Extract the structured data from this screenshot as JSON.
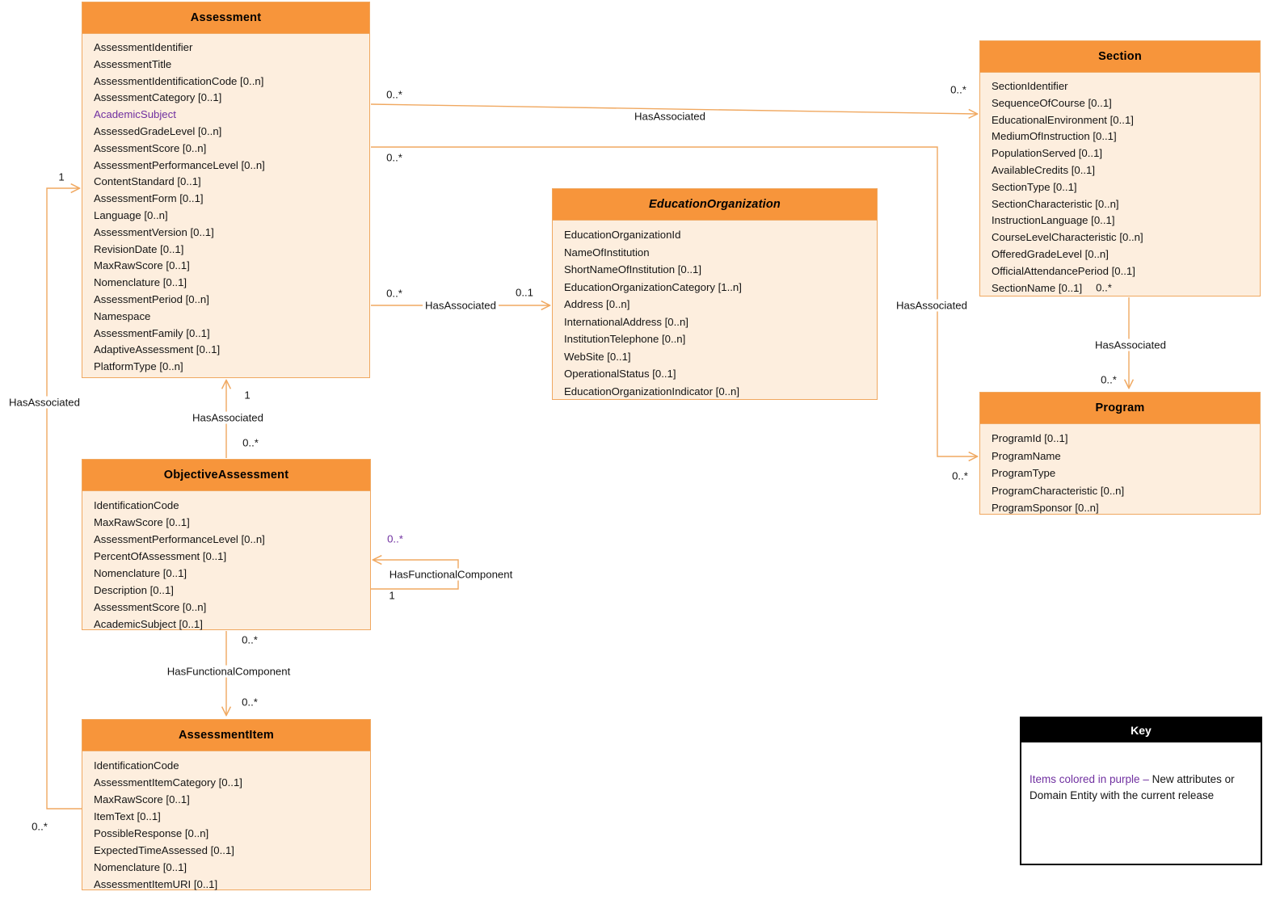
{
  "entities": {
    "assessment": {
      "title": "Assessment",
      "attributes": [
        "AssessmentIdentifier",
        "AssessmentTitle",
        "AssessmentIdentificationCode [0..n]",
        "AssessmentCategory [0..1]",
        "AcademicSubject",
        "AssessedGradeLevel [0..n]",
        "AssessmentScore [0..n]",
        "AssessmentPerformanceLevel [0..n]",
        "ContentStandard [0..1]",
        "AssessmentForm [0..1]",
        "Language [0..n]",
        "AssessmentVersion [0..1]",
        "RevisionDate [0..1]",
        "MaxRawScore [0..1]",
        "Nomenclature [0..1]",
        "AssessmentPeriod [0..n]",
        "Namespace",
        "AssessmentFamily [0..1]",
        "AdaptiveAssessment [0..1]",
        "PlatformType [0..n]"
      ]
    },
    "section": {
      "title": "Section",
      "attributes": [
        "SectionIdentifier",
        "SequenceOfCourse [0..1]",
        "EducationalEnvironment [0..1]",
        "MediumOfInstruction [0..1]",
        "PopulationServed [0..1]",
        "AvailableCredits [0..1]",
        "SectionType [0..1]",
        "SectionCharacteristic [0..n]",
        "InstructionLanguage [0..1]",
        "CourseLevelCharacteristic [0..n]",
        "OfferedGradeLevel [0..n]",
        "OfficialAttendancePeriod [0..1]",
        "SectionName [0..1]"
      ]
    },
    "education_organization": {
      "title": "EducationOrganization",
      "attributes": [
        "EducationOrganizationId",
        "NameOfInstitution",
        "ShortNameOfInstitution [0..1]",
        "EducationOrganizationCategory [1..n]",
        "Address [0..n]",
        "InternationalAddress [0..n]",
        "InstitutionTelephone [0..n]",
        "WebSite [0..1]",
        "OperationalStatus [0..1]",
        "EducationOrganizationIndicator [0..n]"
      ]
    },
    "objective_assessment": {
      "title": "ObjectiveAssessment",
      "attributes": [
        "IdentificationCode",
        "MaxRawScore [0..1]",
        "AssessmentPerformanceLevel [0..n]",
        "PercentOfAssessment [0..1]",
        "Nomenclature [0..1]",
        "Description [0..1]",
        "AssessmentScore [0..n]",
        "AcademicSubject [0..1]"
      ]
    },
    "assessment_item": {
      "title": "AssessmentItem",
      "attributes": [
        "IdentificationCode",
        "AssessmentItemCategory [0..1]",
        "MaxRawScore [0..1]",
        "ItemText [0..1]",
        "PossibleResponse [0..n]",
        "ExpectedTimeAssessed [0..1]",
        "Nomenclature [0..1]",
        "AssessmentItemURI [0..1]"
      ]
    },
    "program": {
      "title": "Program",
      "attributes": [
        "ProgramId [0..1]",
        "ProgramName",
        "ProgramType",
        "ProgramCharacteristic [0..n]",
        "ProgramSponsor [0..n]"
      ]
    }
  },
  "purple_attributes": [
    "AcademicSubject"
  ],
  "connectors": {
    "assessment_section": {
      "label": "HasAssociated",
      "from_mult": "0..*",
      "to_mult": "0..*"
    },
    "assessment_program": {
      "label": "HasAssociated",
      "from_mult": "0..*",
      "to_mult": "0..*"
    },
    "assessment_edorg": {
      "label": "HasAssociated",
      "from_mult": "0..*",
      "to_mult": "0..1"
    },
    "assessmentitem_assessment": {
      "label": "HasAssociated",
      "from_mult": "0..*",
      "to_mult": "1"
    },
    "objective_assessment_assessment": {
      "label": "HasAssociated",
      "from_mult": "0..*",
      "to_mult": "1"
    },
    "objective_self": {
      "label": "HasFunctionalComponent",
      "from_mult": "1",
      "to_mult": "0..*"
    },
    "objective_assessmentitem": {
      "label": "HasFunctionalComponent",
      "from_mult": "0..*",
      "to_mult": "0..*"
    },
    "section_program": {
      "label": "HasAssociated",
      "from_mult": "0..*",
      "to_mult": "0..*"
    }
  },
  "key": {
    "title": "Key",
    "purple_text": "Items colored in purple – ",
    "rest_text": "New attributes or Domain Entity with the current release"
  }
}
